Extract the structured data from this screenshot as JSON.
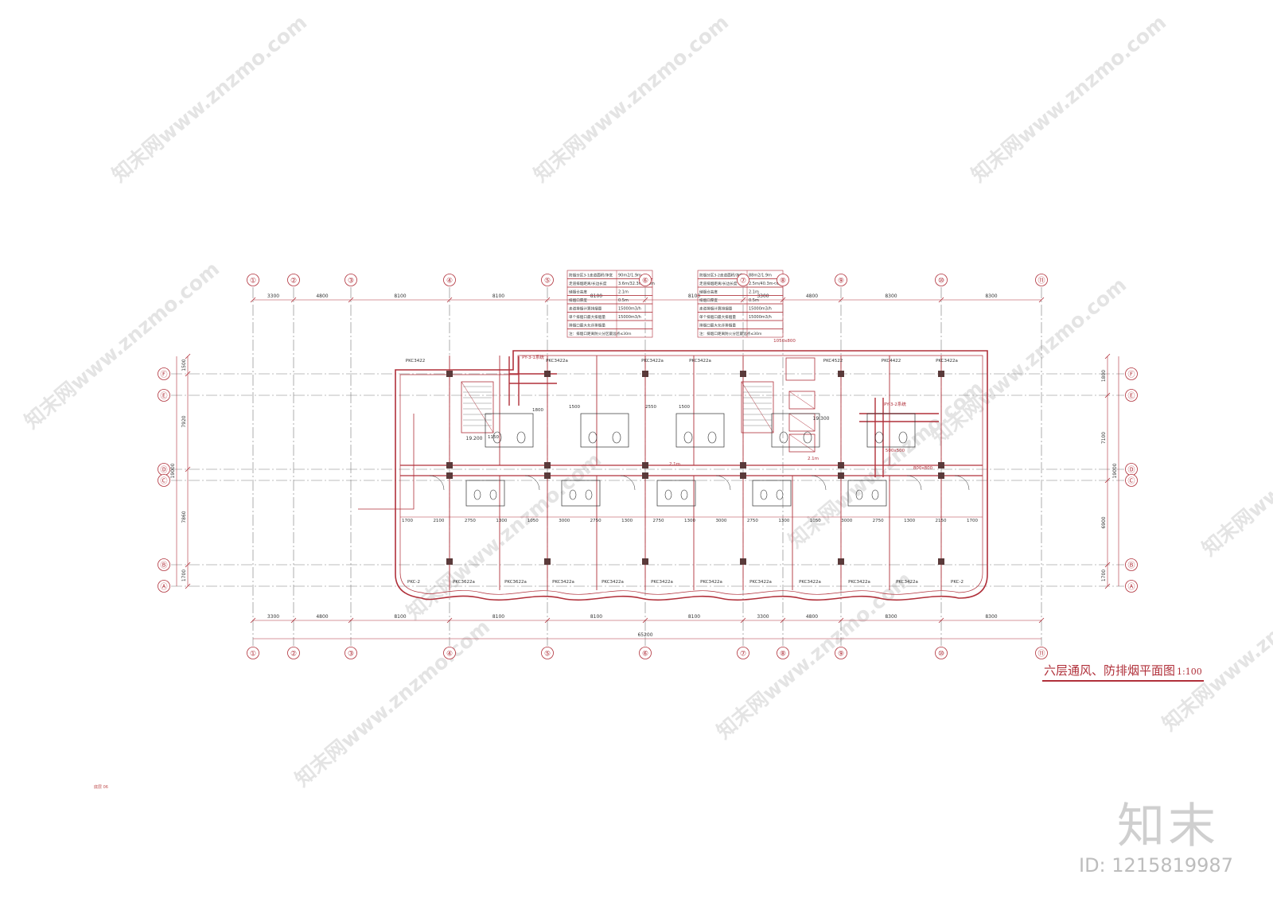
{
  "drawing": {
    "title": "六层通风、防排烟平面图",
    "scale": "1:100",
    "page_note": "底层 06",
    "brand_logo": "知末",
    "brand_id": "ID: 1215819987",
    "watermark": "知末网www.znzmo.com"
  },
  "grid": {
    "columns": [
      {
        "label": "①"
      },
      {
        "label": "②"
      },
      {
        "label": "③"
      },
      {
        "label": "④"
      },
      {
        "label": "⑤"
      },
      {
        "label": "⑥"
      },
      {
        "label": "⑦"
      },
      {
        "label": "⑧"
      },
      {
        "label": "⑨"
      },
      {
        "label": "⑩"
      },
      {
        "label": "⑪"
      }
    ],
    "rows": [
      {
        "label": "Ⓕ"
      },
      {
        "label": "Ⓔ"
      },
      {
        "label": "Ⓓ"
      },
      {
        "label": "Ⓒ"
      },
      {
        "label": "Ⓑ"
      },
      {
        "label": "Ⓐ"
      }
    ],
    "top_spacing": [
      "3300",
      "4800",
      "8100",
      "8100",
      "8100",
      "8100",
      "3300",
      "4800",
      "8300",
      "8300"
    ],
    "bottom_spacing": [
      "3300",
      "4800",
      "8100",
      "8100",
      "8100",
      "8100",
      "3300",
      "4800",
      "8300",
      "8300"
    ],
    "overall_width": "65200",
    "left_spacing": [
      "1500",
      "7920",
      "7860",
      "1700"
    ],
    "left_overall": "19000",
    "right_spacing": [
      "1800",
      "7100",
      "6900",
      "1700"
    ],
    "right_overall": "19000"
  },
  "rooms": {
    "top_windows": [
      "PKC3422",
      "PKC3422a",
      "PKC3422a",
      "PKC3422a",
      "PKC4522",
      "PKC4422",
      "PKC3422a"
    ],
    "bottom_windows": [
      "PKC-2",
      "PKC3622a",
      "PKC3622a",
      "PKC3422a",
      "PKC3422a",
      "PKC3422a",
      "PKC3422a",
      "PKC3422a",
      "PKC3422a",
      "PKC3422a",
      "PKC3422a",
      "PKC-2"
    ],
    "inner_dims": [
      "1700",
      "2100",
      "2750",
      "1300",
      "1050",
      "3000",
      "2750",
      "1300",
      "2750",
      "1300",
      "3000",
      "2750",
      "1300",
      "1050",
      "3000",
      "2750",
      "1300",
      "2150",
      "1700"
    ],
    "upper_dims": [
      "1500",
      "2550",
      "1500",
      "1800",
      "1150"
    ],
    "elevations": [
      "19.200",
      "19.300"
    ],
    "annotations": [
      "PY-3-1系统",
      "PY-3-2系统",
      "2.1m",
      "2.1m",
      "800x800",
      "1050x800",
      "500x500"
    ]
  },
  "tables": [
    {
      "rows": [
        [
          "防烟分区3-1走道面积/净宽",
          "90m2/1.9m"
        ],
        [
          "走道排烟距离/长边长度",
          "3.6m/32.3m<60m"
        ],
        [
          "储烟仓高度",
          "2.1m"
        ],
        [
          "排烟口厚度",
          "0.5m"
        ],
        [
          "走道排烟计算排烟量",
          "15000m3/h"
        ],
        [
          "单个排烟口最大排烟量",
          "15000m3/h"
        ],
        [
          "排烟口最大允许排烟量",
          ""
        ],
        [
          "注：排烟口距离防火分区最远点≤30m",
          ""
        ]
      ]
    },
    {
      "rows": [
        [
          "防烟分区3-2走道面积/净宽",
          "88m2/1.9m"
        ],
        [
          "走道排烟距离/长边长度",
          "2.5m/40.3m<60m"
        ],
        [
          "储烟仓高度",
          "2.1m"
        ],
        [
          "排烟口厚度",
          "0.5m"
        ],
        [
          "走道排烟计算排烟量",
          "15000m3/h"
        ],
        [
          "单个排烟口最大排烟量",
          "15000m3/h"
        ],
        [
          "排烟口最大允许排烟量",
          ""
        ],
        [
          "注：排烟口距离防火分区最远点≤30m",
          ""
        ]
      ]
    }
  ],
  "colors": {
    "linework": "#b0303a",
    "grid_line": "#7a7a7a",
    "fixture": "#333333",
    "column_fill": "#5a3a3a",
    "watermark": "#e4e4e4"
  }
}
